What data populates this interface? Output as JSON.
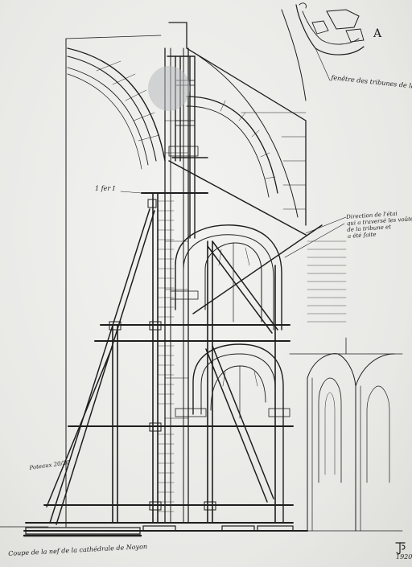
{
  "drawing": {
    "title": "Coupe de la nef de la cathédrale de Noyon",
    "plate_letter": "A",
    "annotations": {
      "fenetre": "fenêtre des tribunes de la nef",
      "iron": "1 fer I",
      "direction": [
        "Direction de l'étai",
        "qui a traversé les voûtes",
        "de la tribune et",
        "a été faite"
      ],
      "poteaux": "Poteaux 20/20"
    },
    "signature": {
      "monogram": "signature-monogram",
      "year": "1920"
    },
    "ink_color": "#1e1e1e",
    "paper_color": "#ececea"
  }
}
